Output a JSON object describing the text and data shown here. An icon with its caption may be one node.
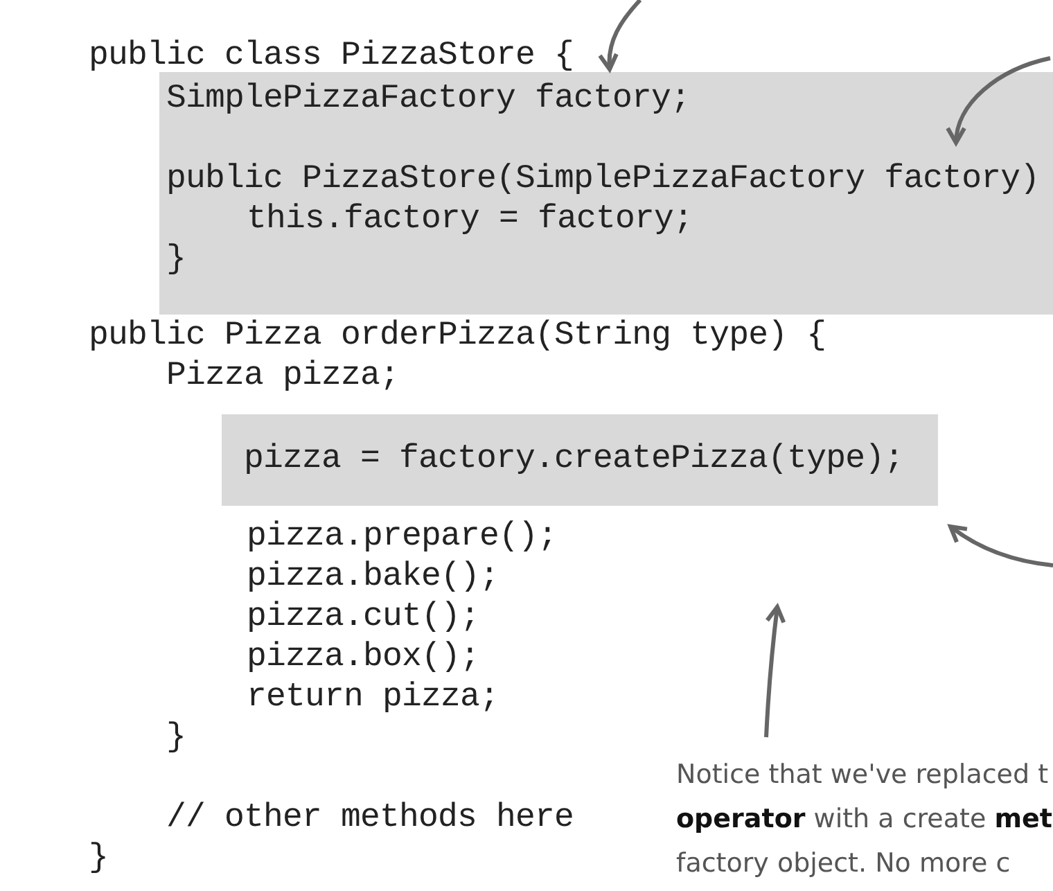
{
  "diagram": {
    "nodes": [
      {
        "text": [
          "public class PizzaStore {"
        ]
      },
      {
        "text": [
          "SimplePizzaFactory factory;",
          "public PizzaStore(SimplePizzaFactory factory)",
          "this.factory = factory;",
          "}"
        ]
      },
      {
        "text": [
          "pizza = factory.createPizza(type);"
        ]
      },
      {
        "text": [
          "Notice that we've replaced t **operator** with a create **met** factory object. No more c"
        ]
      }
    ],
    "edges": [
      {
        "from": null,
        "to": 0,
        "arrow": "to"
      },
      {
        "from": null,
        "to": 1,
        "arrow": "to"
      },
      {
        "from": null,
        "to": 2,
        "arrow": "to"
      },
      {
        "from": 3,
        "to": null,
        "arrow": "to"
      }
    ],
    "labels": [
      "public Pizza orderPizza(String type) {",
      "Pizza pizza;",
      "pizza.prepare();",
      "pizza.bake();",
      "pizza.cut();",
      "pizza.box();",
      "return pizza;",
      "}",
      "// other methods here",
      "}"
    ]
  }
}
